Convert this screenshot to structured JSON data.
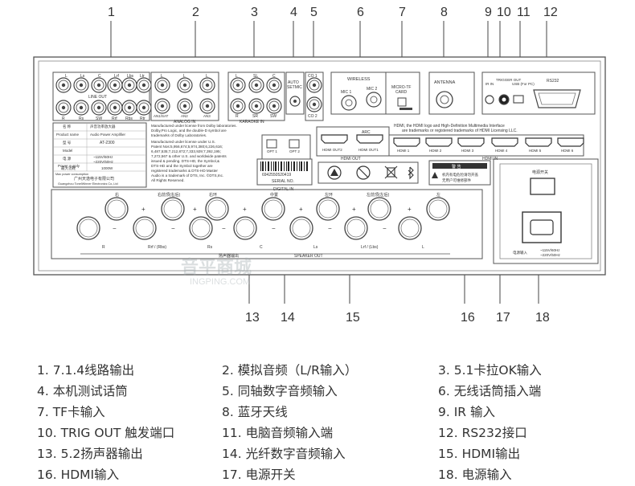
{
  "callouts": [
    "1",
    "2",
    "3",
    "4",
    "5",
    "6",
    "7",
    "8",
    "9",
    "10",
    "11",
    "12",
    "13",
    "14",
    "15",
    "16",
    "17",
    "18"
  ],
  "panel": {
    "line_out": {
      "title": "LINE OUT",
      "top_labels": [
        "L",
        "Ls",
        "C",
        "Lrf",
        "Lbs",
        "Ltr"
      ],
      "bottom_labels": [
        "R",
        "Rs",
        "SW",
        "Rrf",
        "Rbs",
        "Rtr"
      ]
    },
    "analog_in": {
      "title": "ANALOG IN",
      "top_labels": [
        "L",
        "L",
        "L"
      ],
      "bottom_labels": [
        "AN1/SAT",
        "AN2",
        "AN3"
      ]
    },
    "karaoke_in": {
      "title": "KARAOKE IN",
      "top_labels": [
        "L",
        "SL",
        "C"
      ],
      "bottom_labels": [
        "R",
        "SR",
        "SW"
      ]
    },
    "auto_setmic": [
      "AUTO",
      "SETMIC"
    ],
    "coaxial": [
      "CO 1",
      "CO 2"
    ],
    "wireless": {
      "title": "WIRELESS",
      "mics": [
        "MIC 1",
        "MIC 2"
      ]
    },
    "micro_tf": [
      "MICRO-TF",
      "CARD"
    ],
    "antenna": "ANTENNA",
    "small_ports": [
      "IR IN",
      "TRIGGER OUT",
      "USB (For PC)"
    ],
    "rs232": "RS232",
    "hdmi_notice": [
      "HDMI, the HDMI logo and High-Definition Multimedia Interface",
      "are trademarks or registered trademarks of HDMI Licensing LLC."
    ],
    "arc": "ARC",
    "hdmi_out_ports": [
      "HDMI OUT2",
      "HDMI OUT1"
    ],
    "hdmi_out_title": "HDMI OUT",
    "hdmi_in_ports": [
      "HDMI 1",
      "HDMI 2",
      "HDMI 3",
      "HDMI 4",
      "HDMI 5",
      "HDMI 6"
    ],
    "hdmi_in_title": "HDMI IN",
    "digital_in": {
      "title": "DIGITAL IN",
      "ports": [
        "OPT 1",
        "OPT 2"
      ]
    },
    "serial": {
      "barcode": "6942550520419",
      "label": "SERIAL NO."
    },
    "spec_table": [
      [
        "名 称",
        "声音功率放大器"
      ],
      [
        "Product name",
        "Audio Power Amplifier"
      ],
      [
        "型 号",
        "AT-2300"
      ],
      [
        "Model",
        ""
      ],
      [
        "电 源",
        "~115V/60Hz"
      ],
      [
        "Power supply",
        "~220V/50Hz"
      ],
      [
        "最大功耗",
        "1000W"
      ],
      [
        "Max power consumption",
        ""
      ]
    ],
    "manufacturer": [
      "广州天逸电子有限公司",
      "Guangzhou TonelWinner Electronics Co.,Ltd"
    ],
    "dolby_notice": [
      "Manufactured under license from Dolby laboratories.",
      "Dolby,Pro Logic, and the double-D symbol are",
      "trademarks of Dolby Laboratories."
    ],
    "dts_notice": [
      "Manufactured under license under U.S.",
      "Patent Nos:5,956,674;5,974,380;6,226,616;",
      "6,487,535;7,212,872;7,333,929;7,392,195;",
      "7,272,567 & other U.S. and worldwide patents",
      "issued & pending. DTS-HD, the Symbol,&",
      "DTS-HD and the Symbol together are",
      "registered trademarks & DTS-HD Master",
      "Audio is a trademark of DTS, Inc. ©DTS,Inc.",
      "All Rights Reserved."
    ],
    "warning_title": "警 告",
    "warning_text": [
      "机内有电危险请勿开盖",
      "无用户可维修部件"
    ],
    "power_switch_label": "电源开关",
    "power_input_label": [
      "电源输入",
      "~115V/60Hz",
      "~220V/50Hz"
    ],
    "speaker_top_labels": [
      "右",
      "右前顶(右后)",
      "右环",
      "中置",
      "左环",
      "左前顶(左后)",
      "左"
    ],
    "speaker_bottom_labels": [
      "R",
      "Rrf / (Rbs)",
      "Rs",
      "C",
      "Ls",
      "Lrf / (Lbs)",
      "L"
    ],
    "speaker_title": "SPEAKER OUT",
    "speaker_cn_title": "扬声器输出"
  },
  "watermark": {
    "main": "音平商城",
    "sub": "INGPING.COM"
  },
  "legend": [
    "1. 7.1.4线路输出",
    "2. 模拟音频（L/R输入）",
    "3. 5.1卡拉OK输入",
    "4. 本机测试话筒",
    "5. 同轴数字音频输入",
    "6. 无线话筒插入端",
    "7. TF卡输入",
    "8. 蓝牙天线",
    "9.  IR 输入",
    "10. TRIG OUT 触发端口",
    "11. 电脑音频输入端",
    "12. RS232接口",
    "13. 5.2扬声器输出",
    "14. 光纤数字音频输入",
    "15. HDMI输出",
    "16. HDMI输入",
    "17. 电源开关",
    "18. 电源输入"
  ]
}
